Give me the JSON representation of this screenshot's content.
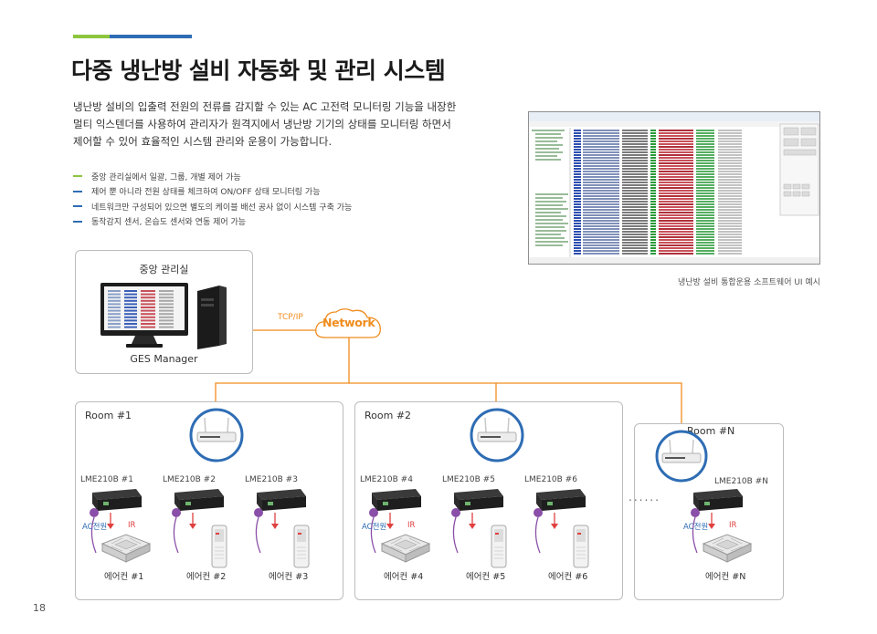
{
  "header": {
    "title": "다중 냉난방 설비 자동화 및 관리 시스템",
    "intro_lines": [
      "냉난방 설비의 입출력 전원의 전류를 감지할 수 있는 AC 고전력 모니터링 기능을 내장한",
      "멀티 익스텐더를 사용하여 관리자가 원격지에서 냉난방 기기의 상태를 모니터링 하면서",
      "제어할 수 있어 효율적인 시스템 관리와 운용이 가능합니다."
    ],
    "bullets": [
      {
        "text": "중앙 관리실에서 일괄, 그룹, 개별 제어 가능",
        "color": "#8cc63f"
      },
      {
        "text": "제어 뿐 아니라 전원 상태를 체크하여 ON/OFF 상태 모니터링 가능",
        "color": "#2e6db4"
      },
      {
        "text": "네트워크만 구성되어 있으면 별도의 케이블 배선 공사 없이 시스템 구축 가능",
        "color": "#2e6db4"
      },
      {
        "text": "동작감지 센서, 온습도 센서와 연동 제어 가능",
        "color": "#2e6db4"
      }
    ]
  },
  "software_caption": "냉난방 설비 통합운용 소프트웨어 UI 예시",
  "central": {
    "label": "중앙 관리실",
    "manager": "GES Manager"
  },
  "network": {
    "label": "Network",
    "protocol": "TCP/IP"
  },
  "rooms": [
    {
      "label": "Room #1"
    },
    {
      "label": "Room #2"
    },
    {
      "label": "Room #N"
    }
  ],
  "devices": [
    {
      "model": "LME210B #1",
      "power": "AC전원",
      "ir": "IR",
      "aircon": "에어컨 #1",
      "unit": "cassette"
    },
    {
      "model": "LME210B #2",
      "power": "",
      "ir": "",
      "aircon": "에어컨 #2",
      "unit": "stand"
    },
    {
      "model": "LME210B #3",
      "power": "",
      "ir": "",
      "aircon": "에어컨 #3",
      "unit": "stand"
    },
    {
      "model": "LME210B #4",
      "power": "AC전원",
      "ir": "IR",
      "aircon": "에어컨 #4",
      "unit": "cassette"
    },
    {
      "model": "LME210B #5",
      "power": "",
      "ir": "",
      "aircon": "에어컨 #5",
      "unit": "stand"
    },
    {
      "model": "LME210B #6",
      "power": "",
      "ir": "",
      "aircon": "에어컨 #6",
      "unit": "stand"
    },
    {
      "model": "LME210B #N",
      "power": "AC전원",
      "ir": "IR",
      "aircon": "에어컨 #N",
      "unit": "cassette"
    }
  ],
  "ellipsis": "......",
  "page_number": "18",
  "colors": {
    "accent_green": "#8cc63f",
    "accent_blue": "#2e6db4",
    "network_orange": "#f08c1e",
    "ir_red": "#e04040",
    "cable_purple": "#8a4fa8"
  }
}
